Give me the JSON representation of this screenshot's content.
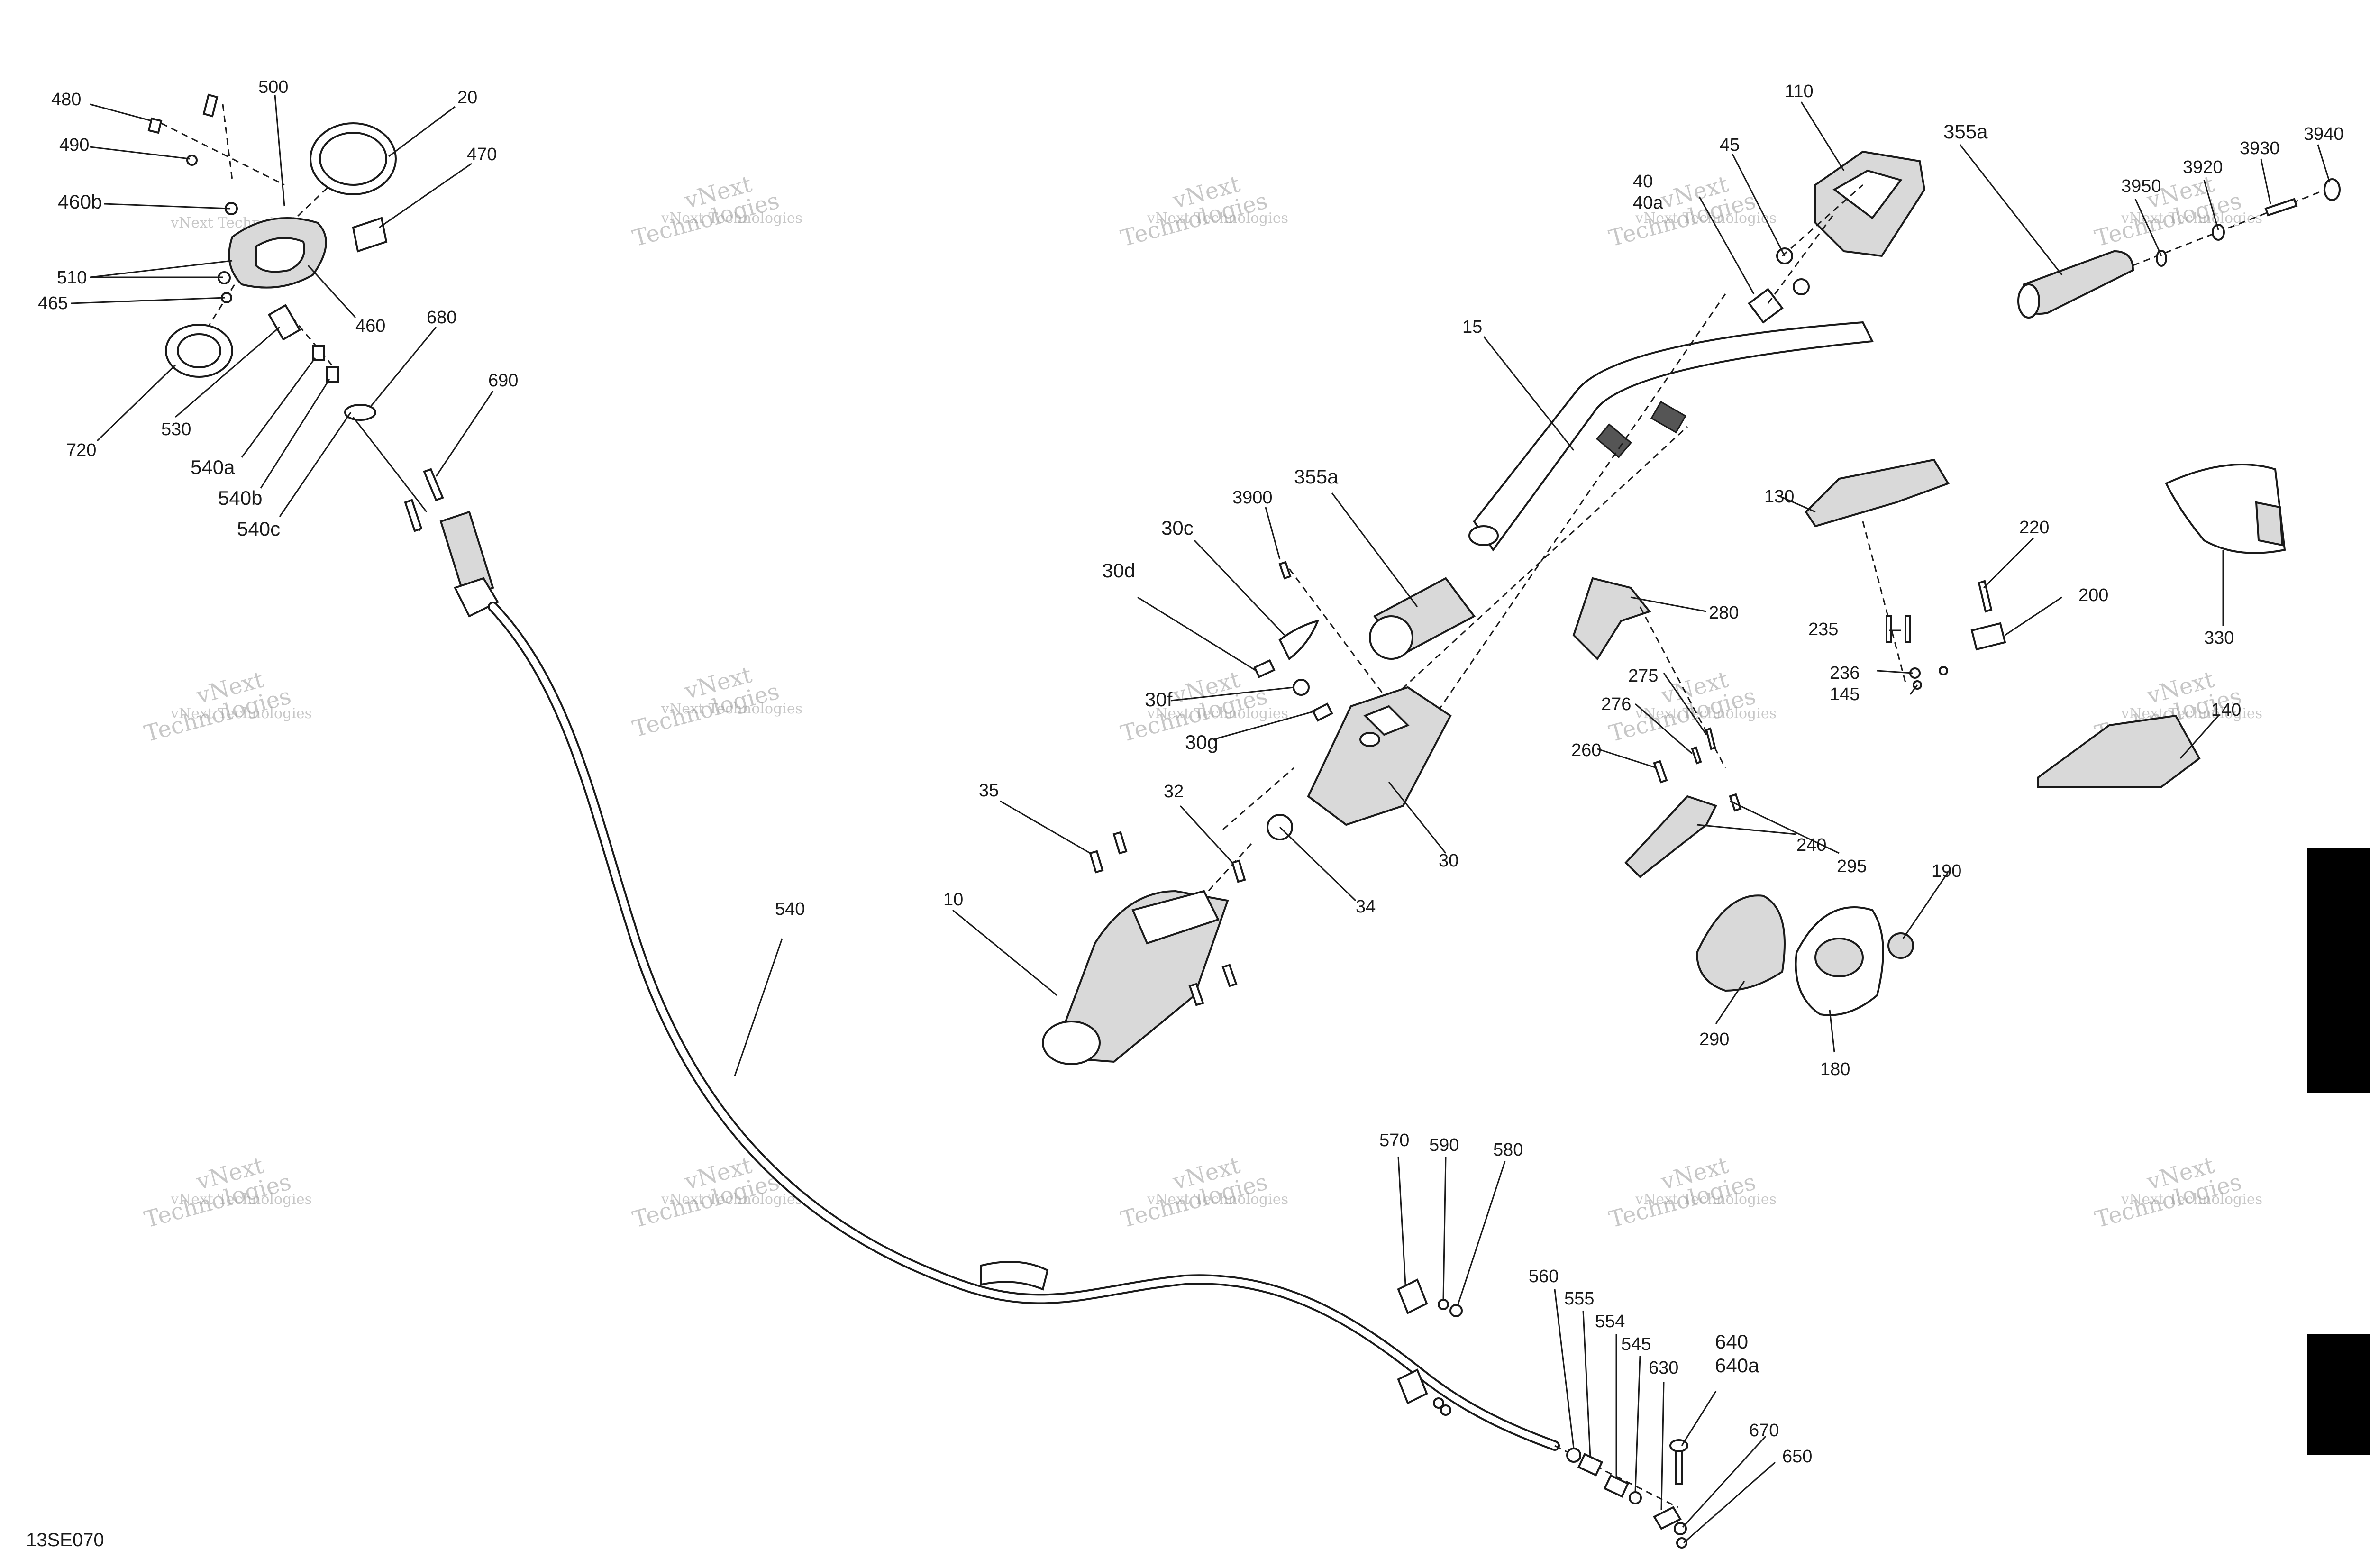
{
  "diagram": {
    "code": "13SE070",
    "watermark": [
      "vNext Technologies",
      "vNext",
      "Technologies"
    ],
    "labels": {
      "p480": "480",
      "p490": "490",
      "p460b": "460b",
      "p510": "510",
      "p465": "465",
      "p500": "500",
      "p20": "20",
      "p470": "470",
      "p460": "460",
      "p720": "720",
      "p530": "530",
      "p540a": "540a",
      "p540b": "540b",
      "p540c": "540c",
      "p680": "680",
      "p690": "690",
      "p540": "540",
      "p15": "15",
      "p355a_1": "355a",
      "p3900": "3900",
      "p30c": "30c",
      "p30d": "30d",
      "p30f": "30f",
      "p30g": "30g",
      "p30": "30",
      "p34": "34",
      "p32": "32",
      "p35": "35",
      "p10": "10",
      "p45": "45",
      "p40": "40",
      "p40a": "40a",
      "p110": "110",
      "p355a_2": "355a",
      "p3950": "3950",
      "p3920": "3920",
      "p3930": "3930",
      "p3940": "3940",
      "p130": "130",
      "p220": "220",
      "p200": "200",
      "p235": "235",
      "p236": "236",
      "p145": "145",
      "p330": "330",
      "p280": "280",
      "p275": "275",
      "p276": "276",
      "p260": "260",
      "p240": "240",
      "p295": "295",
      "p140": "140",
      "p190": "190",
      "p290": "290",
      "p180": "180",
      "p570": "570",
      "p590": "590",
      "p580": "580",
      "p560": "560",
      "p555": "555",
      "p554": "554",
      "p545": "545",
      "p630": "630",
      "p640": "640",
      "p640a": "640a",
      "p670": "670",
      "p650": "650"
    }
  }
}
